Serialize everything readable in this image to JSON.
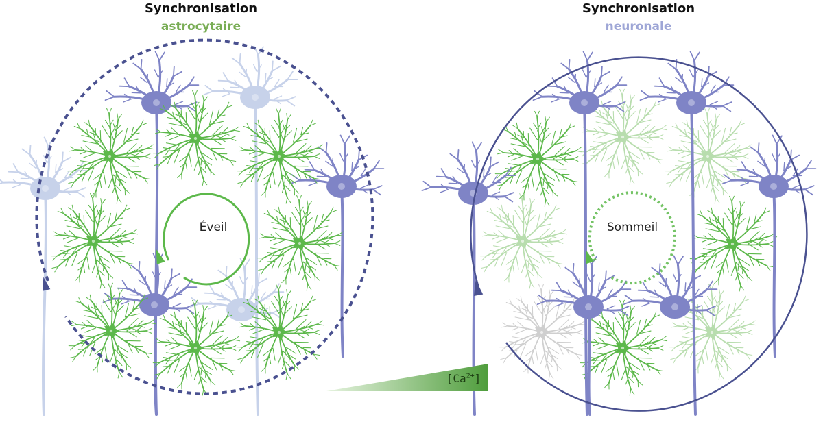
{
  "left_panel": {
    "title_line1": "Synchronisation",
    "title_line2": "astrocytaire",
    "state_label": "Éveil"
  },
  "right_panel": {
    "title_line1": "Synchronisation",
    "title_line2": "neuronale",
    "state_label": "Sommeil"
  },
  "calcium": {
    "label_base": "[Ca",
    "label_sup": "2+",
    "label_end": "]"
  },
  "colors": {
    "astrocyte": "#5cb84a",
    "astrocyte_faded": "#b8ddae",
    "neuron": "#7f84c6",
    "neuron_faded": "#c7d2ea",
    "neuron_cycle": "#4a5190",
    "astro_title": "#79ad55",
    "neuro_title": "#9ea6d6",
    "gray_cell": "#cfcfcf"
  },
  "icons": {
    "astrocyte": "astrocyte-icon",
    "neuron": "neuron-icon",
    "arrow": "cycle-arrow-icon"
  }
}
